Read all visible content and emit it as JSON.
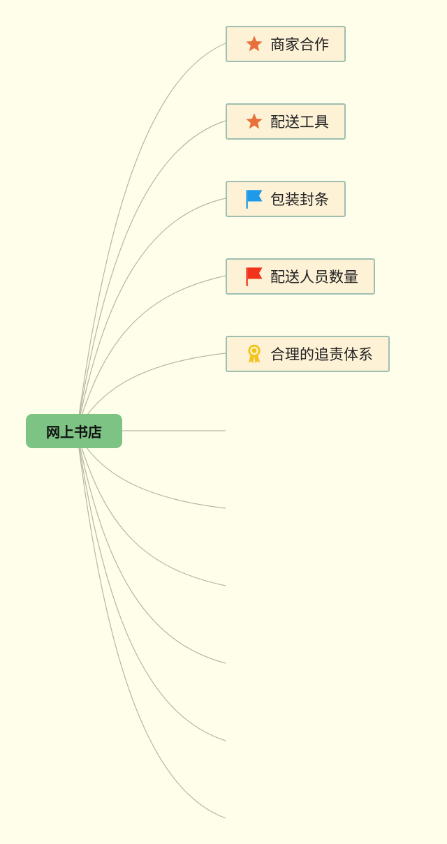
{
  "root": {
    "label": "网上书店"
  },
  "children": [
    {
      "label": "商家合作",
      "icon": "star-icon"
    },
    {
      "label": "配送工具",
      "icon": "star-icon"
    },
    {
      "label": "包装封条",
      "icon": "blue-flag-icon"
    },
    {
      "label": "配送人员数量",
      "icon": "red-flag-icon"
    },
    {
      "label": "合理的追责体系",
      "icon": "award-ribbon-icon"
    },
    {
      "label": "",
      "icon": ""
    },
    {
      "label": "",
      "icon": ""
    },
    {
      "label": "",
      "icon": ""
    },
    {
      "label": "",
      "icon": ""
    },
    {
      "label": "",
      "icon": ""
    },
    {
      "label": "",
      "icon": ""
    }
  ],
  "colors": {
    "background": "#fffeea",
    "root_fill": "#7dc484",
    "child_fill": "#fdf1d6",
    "child_border": "#9ebfb0",
    "connector": "#b4b8a0",
    "star": "#e8703a",
    "blue_flag": "#1e9be8",
    "red_flag": "#f0341b",
    "award": "#f3c21d"
  }
}
